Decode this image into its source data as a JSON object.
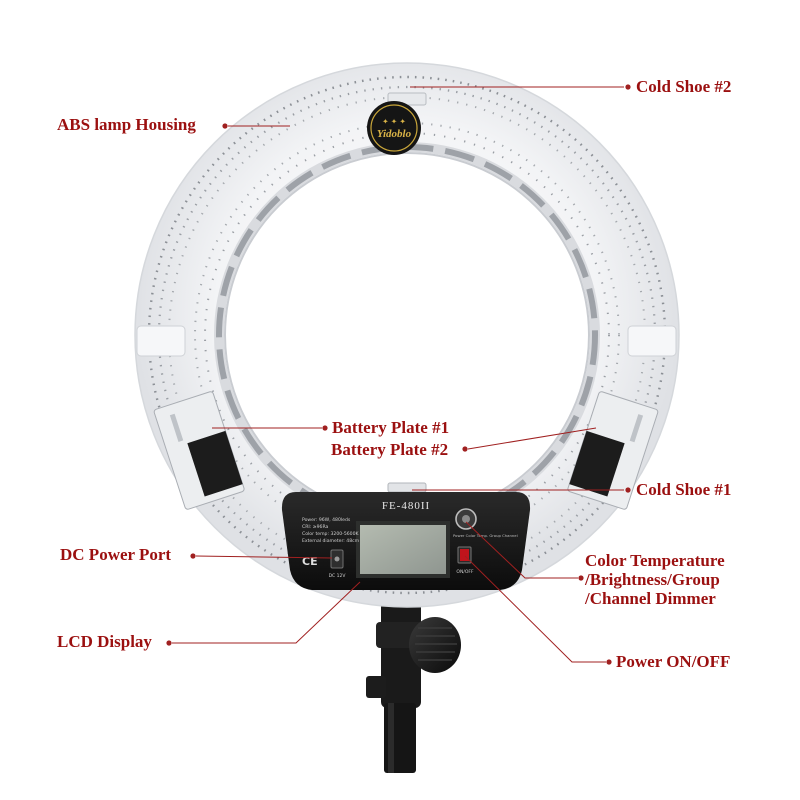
{
  "product": {
    "brand_logo": "Yidoblo",
    "model_label": "FE-480II",
    "lcd_spec_lines": [
      "Power: 96W, 480leds",
      "CRI: ≥96Ra",
      "Color temp: 3200-5600K",
      "External diameter: 48cm"
    ],
    "dc_port_label": "DC 12V",
    "switch_label": "ON/OFF",
    "knob_caption": "Power Color Temp. Group Channel",
    "ce_mark": "CE"
  },
  "callouts": {
    "cold_shoe_2": "Cold Shoe #2",
    "abs_housing": "ABS lamp Housing",
    "battery_plate_1": "Battery Plate #1",
    "battery_plate_2": "Battery Plate #2",
    "cold_shoe_1": "Cold Shoe #1",
    "dc_power_port": "DC Power Port",
    "color_temp_line1": "Color Temperature",
    "color_temp_line2": "/Brightness/Group",
    "color_temp_line3": "/Channel Dimmer",
    "lcd_display": "LCD Display",
    "power_switch": "Power ON/OFF"
  },
  "colors": {
    "callout_text": "#9b1010",
    "leader_line": "#a02020",
    "housing": "#f4f5f7",
    "panel": "#141414",
    "lcd_screen": "#a9b0a4",
    "switch_red": "#c0141c"
  }
}
